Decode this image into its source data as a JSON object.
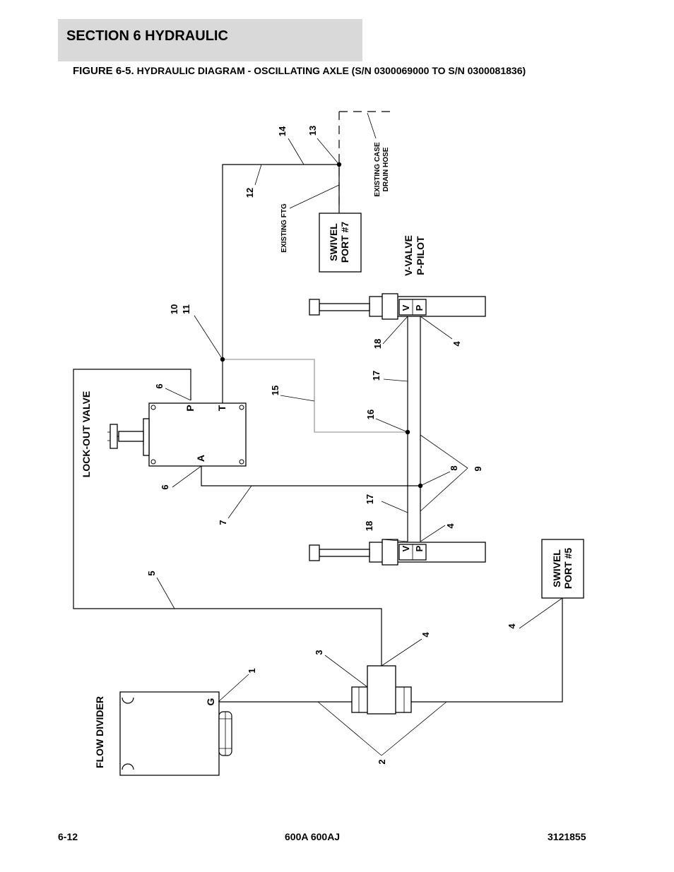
{
  "header": {
    "section": "SECTION 6   HYDRAULIC",
    "figure_number": "FIGURE 6-5.",
    "figure_title": " HYDRAULIC DIAGRAM - OSCILLATING AXLE (S/N 0300069000 TO S/N 0300081836)"
  },
  "footer": {
    "page": "6-12",
    "model": "600A 600AJ",
    "doc_number": "3121855"
  },
  "diagram": {
    "components": {
      "flow_divider": "FLOW DIVIDER",
      "lockout_valve": "LOCK-OUT VALVE",
      "swivel_port_7": [
        "SWIVEL",
        "PORT #7"
      ],
      "swivel_port_5": [
        "SWIVEL",
        "PORT #5"
      ],
      "v_valve_pilot": [
        "V-VALVE",
        "P-PILOT"
      ],
      "existing_ftg": "EXISTING FTG",
      "case_drain": [
        "EXISTING CASE",
        "DRAIN HOSE"
      ]
    },
    "ports": {
      "flow_divider_g": "G",
      "lockout_p": "P",
      "lockout_t": "T",
      "lockout_a": "A",
      "cyl_upper_v": "V",
      "cyl_upper_p": "P",
      "cyl_lower_v": "V",
      "cyl_lower_p": "P"
    },
    "callouts": {
      "c1": "1",
      "c2": "2",
      "c3": "3",
      "c4a": "4",
      "c4b": "4",
      "c4c": "4",
      "c4d": "4",
      "c5": "5",
      "c6a": "6",
      "c6b": "6",
      "c7": "7",
      "c8": "8",
      "c9": "9",
      "c10": "10",
      "c11": "11",
      "c12": "12",
      "c13": "13",
      "c14": "14",
      "c15": "15",
      "c16": "16",
      "c17a": "17",
      "c17b": "17",
      "c18a": "18",
      "c18b": "18"
    }
  }
}
